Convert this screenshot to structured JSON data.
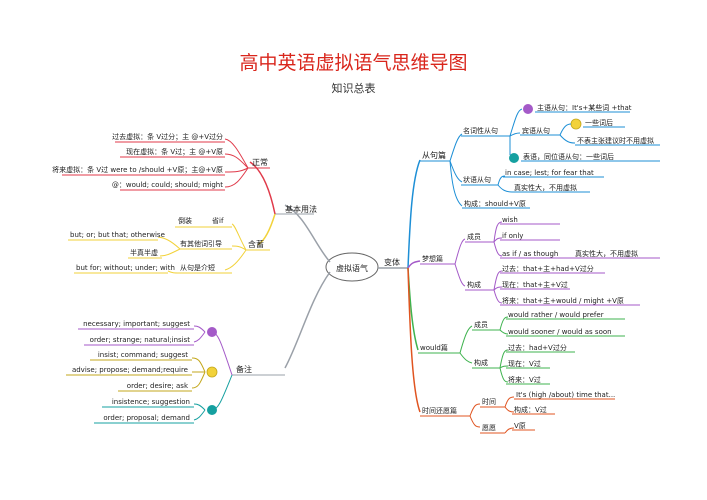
{
  "title": "高中英语虚拟语气思维导图",
  "subtitle": "知识总表",
  "center": "虚拟语气",
  "left": {
    "basic": {
      "label": "基本用法",
      "zhenshi": {
        "label": "正常",
        "items": [
          "过去虚拟：条 V过分；主 @+V过分",
          "现在虚拟：条 V过；主 @+V原",
          "将来虚拟：条 V过 were to /should +V原；主@+V原",
          "@：would; could; should; might"
        ]
      },
      "hanxu": {
        "label": "含蓄",
        "sub1": "倒装",
        "sub1_note": "省if",
        "sub2": "有其他词引导",
        "sub2_note": "but; or; but that; otherwise",
        "sub3": "半真半虚",
        "sub4": "从句是介短",
        "sub4_note": "but for; without; under; with"
      }
    },
    "notes": {
      "label": "备注",
      "g1": [
        "necessary; important; suggest",
        "order; strange; natural;insist"
      ],
      "g2": [
        "insist; command; suggest",
        "advise; propose; demand;require",
        "order; desire; ask"
      ],
      "g3": [
        "insistence; suggestion",
        "order; proposal; demand"
      ]
    }
  },
  "right": {
    "variant": {
      "label": "变体",
      "congju": {
        "label": "从句篇",
        "mingci": {
          "label": "名词性从句",
          "subj": "主语从句：It's+某些词 +that",
          "biaoyu": "宾语从句",
          "biaoyu_items": [
            "一些词后",
            "不表主张建议时不用虚拟"
          ],
          "biaoyu2": "表语，同位语从句：一些词后"
        },
        "zhuangyu": {
          "label": "状语从句",
          "item1": "in case; lest; for fear that",
          "item2": "真实性大，不用虚拟"
        },
        "goucheng": "构成：should+V原"
      },
      "mengxiang": {
        "label": "梦想篇",
        "chengyuan": "成员",
        "members": [
          "wish",
          "if only",
          "as if / as though"
        ],
        "as_if_note": "真实性大，不用虚拟",
        "goucheng": "构成",
        "forms": [
          "过去：that+主+had+V过分",
          "现在：that+主+V过",
          "将来：that+主+would / might +V原"
        ]
      },
      "would": {
        "label": "would篇",
        "chengyuan": "成员",
        "members": [
          "would rather / would prefer",
          "would sooner / would as soon"
        ],
        "goucheng": "构成",
        "forms": [
          "过去：had+V过分",
          "现在：V过",
          "将来：V过"
        ]
      },
      "shijian": {
        "label": "时间还愿篇",
        "shijian2": "时间",
        "time_items": [
          "It's (high /about) time that...",
          "构成：V过"
        ],
        "yuanwang": "愿愿",
        "yuanwang_item": "V原"
      }
    }
  },
  "colors": {
    "title": "#d9261c",
    "branch_red": "#e03a4a",
    "branch_yellow": "#f2d23a",
    "branch_purple": "#a45ac8",
    "branch_blue": "#1d8fd6",
    "branch_teal": "#15a0a0",
    "branch_green": "#3fb34f",
    "branch_pink": "#e64cc3",
    "branch_orange": "#e05420",
    "branch_gray": "#9aa0a8"
  }
}
